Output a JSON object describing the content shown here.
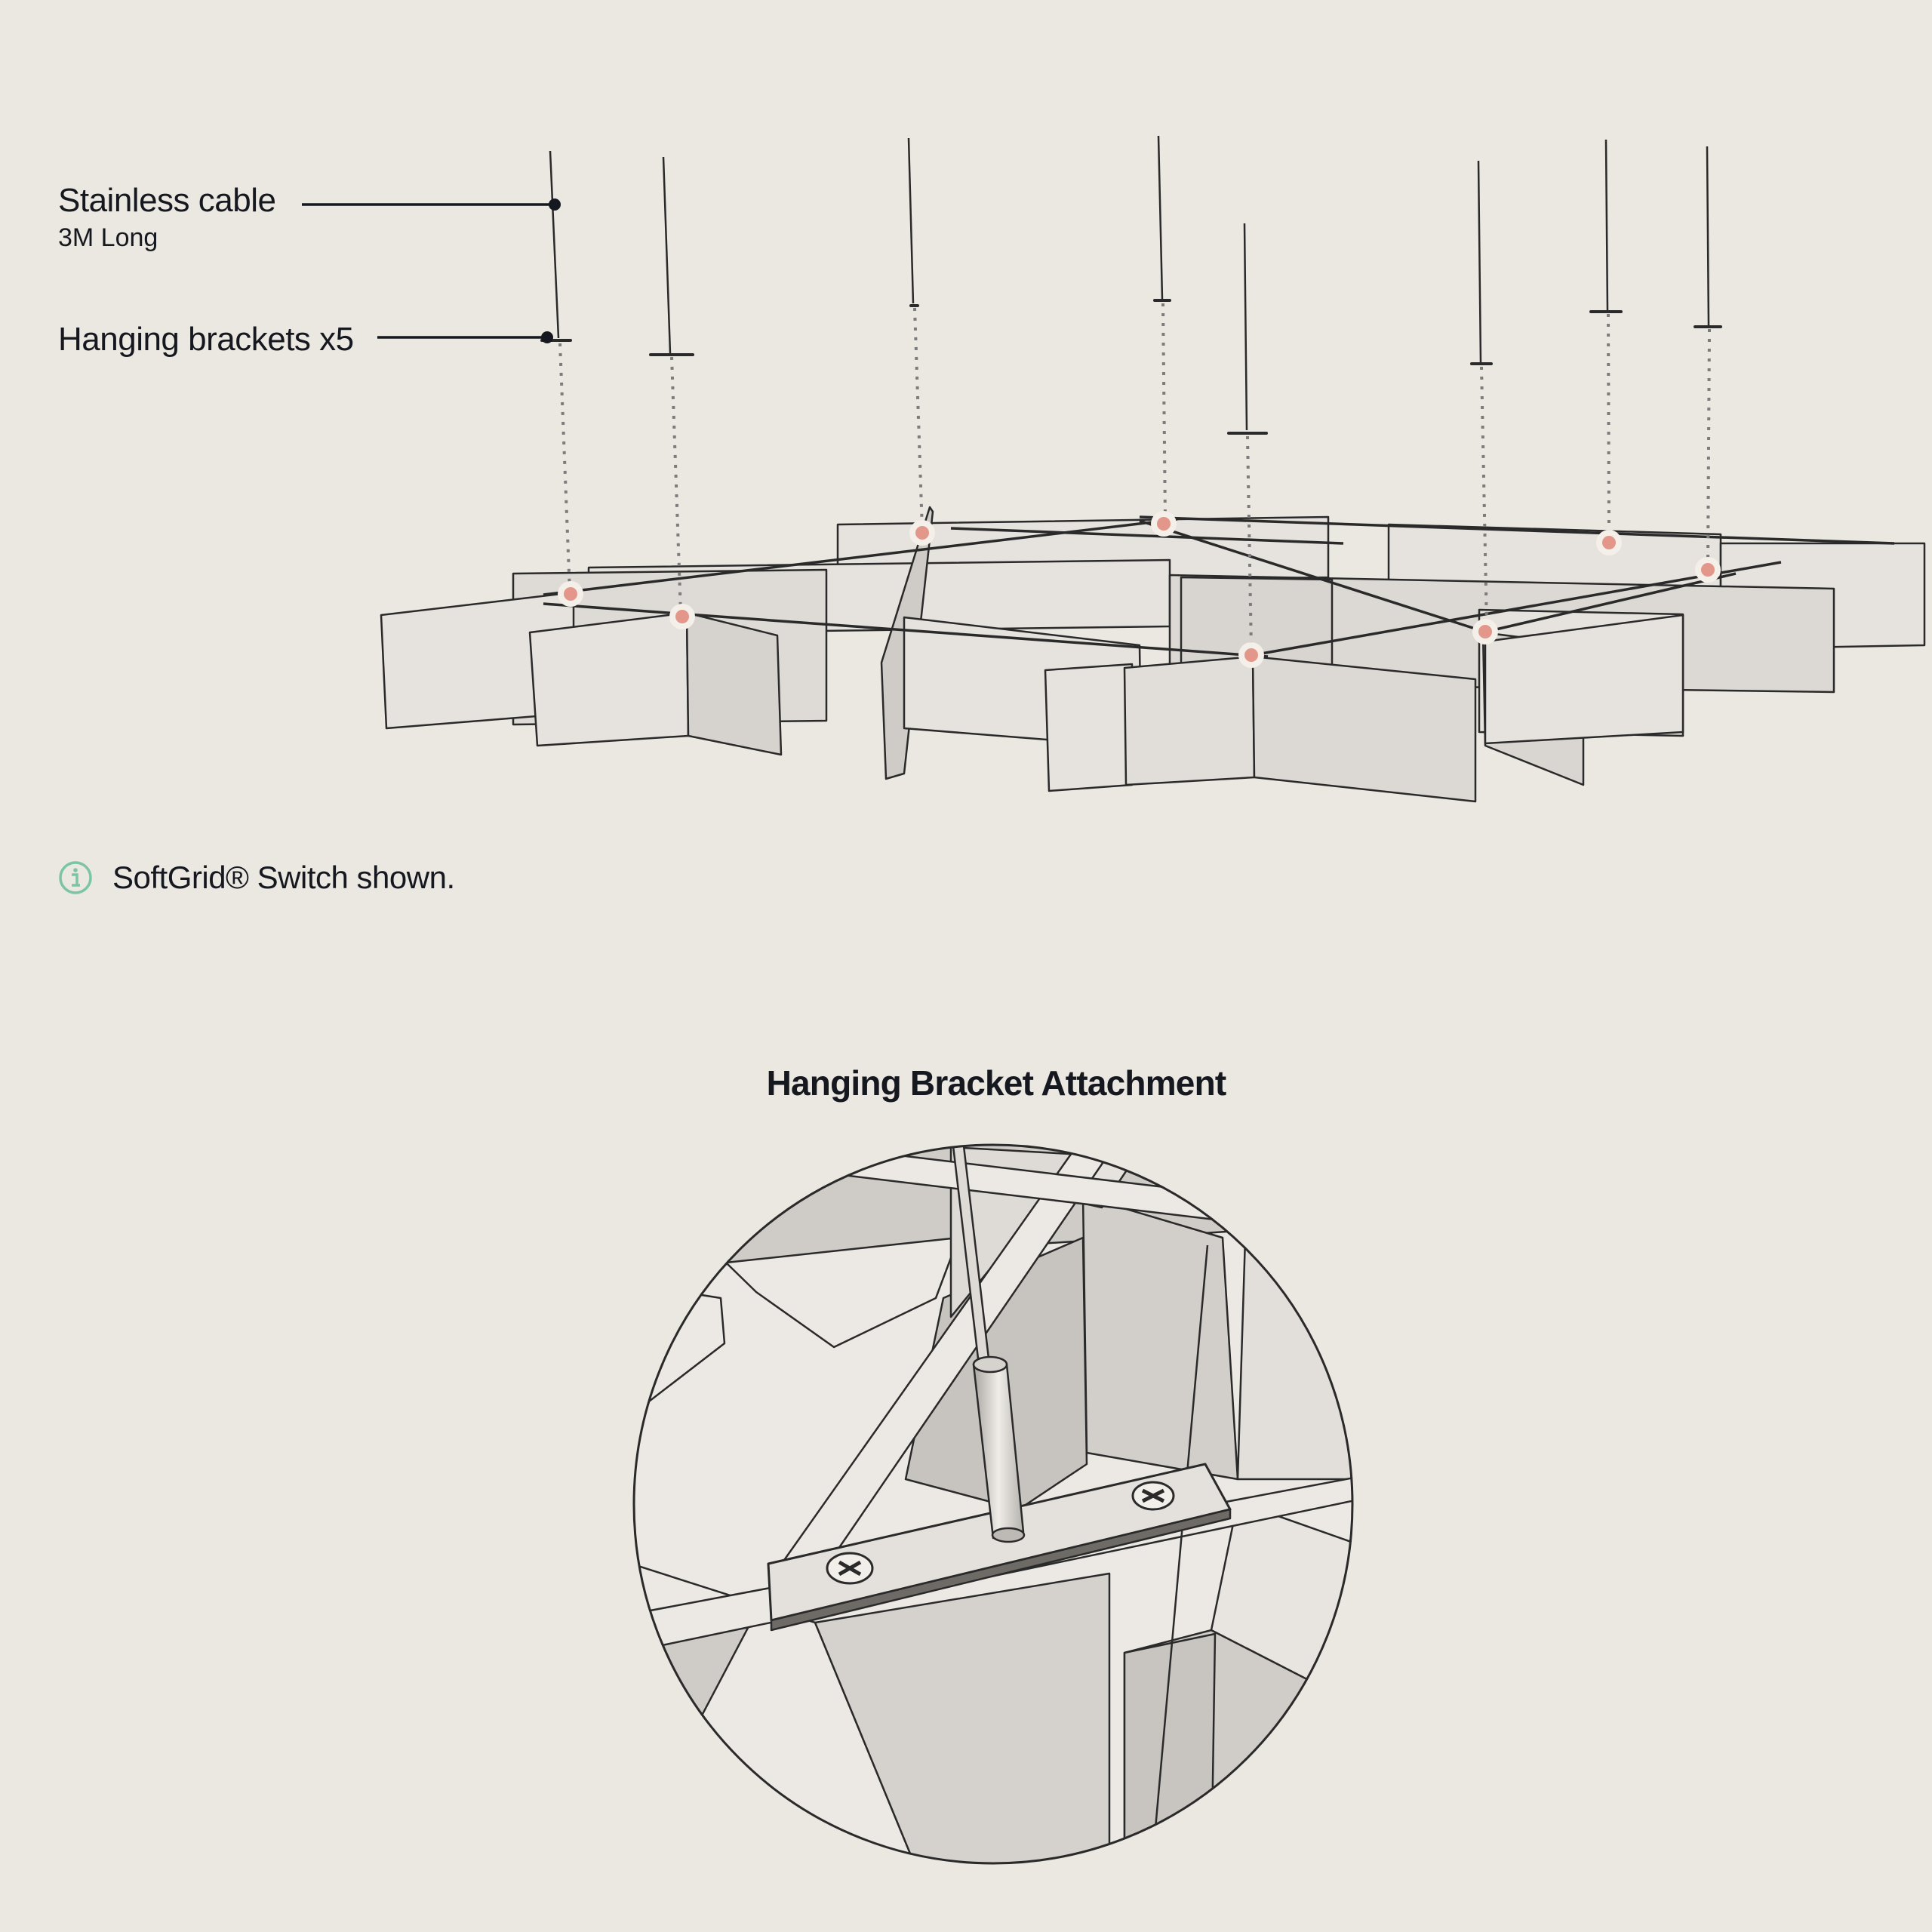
{
  "callouts": {
    "cable_label": "Stainless cable",
    "cable_sublabel": "3M Long",
    "bracket_label": "Hanging brackets x5"
  },
  "note": {
    "icon": "info-icon",
    "text": "SoftGrid® Switch shown."
  },
  "detail": {
    "title": "Hanging Bracket Attachment"
  },
  "colors": {
    "background": "#ebe7e1",
    "panel_face": "#e6e3de",
    "panel_shade": "#d5d2cd",
    "line": "#2a2a2a",
    "attachment_dot": "#e3978a",
    "info_icon": "#7cc4a6"
  }
}
